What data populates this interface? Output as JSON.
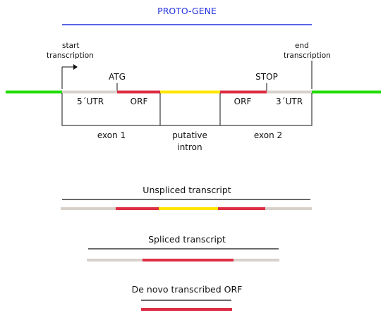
{
  "title": "PROTO-GENE",
  "labels": {
    "start_line1": "start",
    "start_line2": "transcription",
    "end_line1": "end",
    "end_line2": "transcription",
    "atg": "ATG",
    "stop": "STOP",
    "utr5": "5´UTR",
    "orf1": "ORF",
    "orf2": "ORF",
    "utr3": "3´UTR",
    "exon1": "exon 1",
    "intron_line1": "putative",
    "intron_line2": "intron",
    "exon2": "exon 2"
  },
  "transcripts": {
    "unspliced": "Unspliced transcript",
    "spliced": "Spliced transcript",
    "denovo": "De novo transcribed ORF"
  },
  "colors": {
    "title_blue": "#2233dd",
    "flank_green": "#22dd00",
    "utr_grey": "#d8d1cb",
    "orf_red": "#dd2e44",
    "intron_yellow": "#ffe600",
    "line_black": "#111111"
  }
}
